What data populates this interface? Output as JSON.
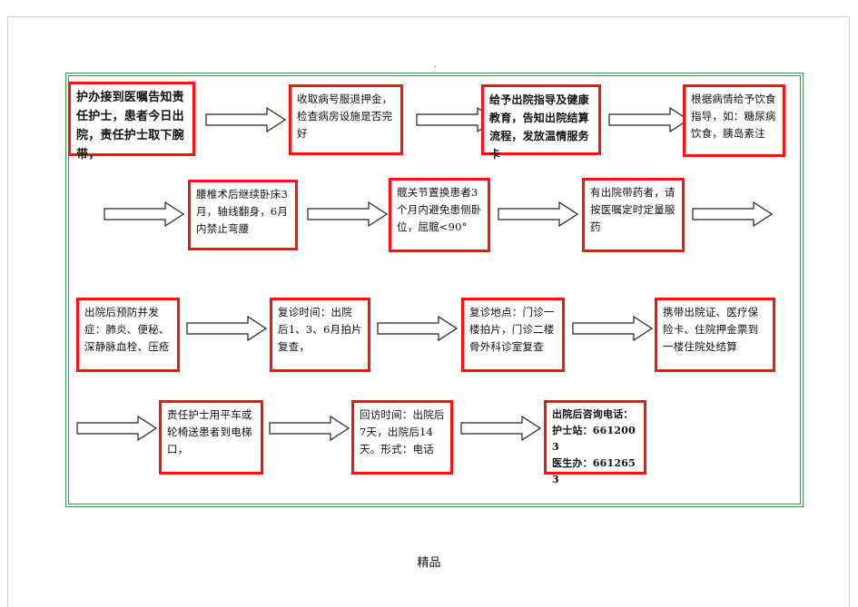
{
  "page_dot": ".",
  "footer": "精品",
  "steps": [
    {
      "id": 1,
      "text": "护办接到医嘱告知责任护士，患者今日出院，责任护士取下腕带，"
    },
    {
      "id": 2,
      "text": "收取病号服退押金，检查病房设施是否完好"
    },
    {
      "id": 3,
      "text": "给予出院指导及健康教育，告知出院结算流程，发放温情服务卡"
    },
    {
      "id": 4,
      "text": "根据病情给予饮食指导，如：糖尿病饮食，胰岛素注"
    },
    {
      "id": 5,
      "text": "腰椎术后继续卧床3月，轴线翻身，6月内禁止弯腰"
    },
    {
      "id": 6,
      "text": "髋关节置换患者3个月内避免患侧卧位，屈髋<90°"
    },
    {
      "id": 7,
      "text": "有出院带药者，请按医嘱定时定量服药"
    },
    {
      "id": 8,
      "text": "出院后预防并发症：肺炎、便秘、深静脉血栓、压疮"
    },
    {
      "id": 9,
      "text": "复诊时间：出院后1、3、6月拍片复查，"
    },
    {
      "id": 10,
      "text": "复诊地点：门诊一楼拍片，门诊二楼骨外科诊室复查"
    },
    {
      "id": 11,
      "text": "携带出院证、医疗保险卡、住院押金票到一楼住院处结算"
    },
    {
      "id": 12,
      "text": "责任护士用平车或轮椅送患者到电梯口，"
    },
    {
      "id": 13,
      "text": "回访时间：出院后7天，出院后14天。形式：电话"
    },
    {
      "id": 14,
      "lines": [
        "出院后咨询电话：",
        "护士站：6612003",
        "医生办：6612653"
      ]
    }
  ]
}
